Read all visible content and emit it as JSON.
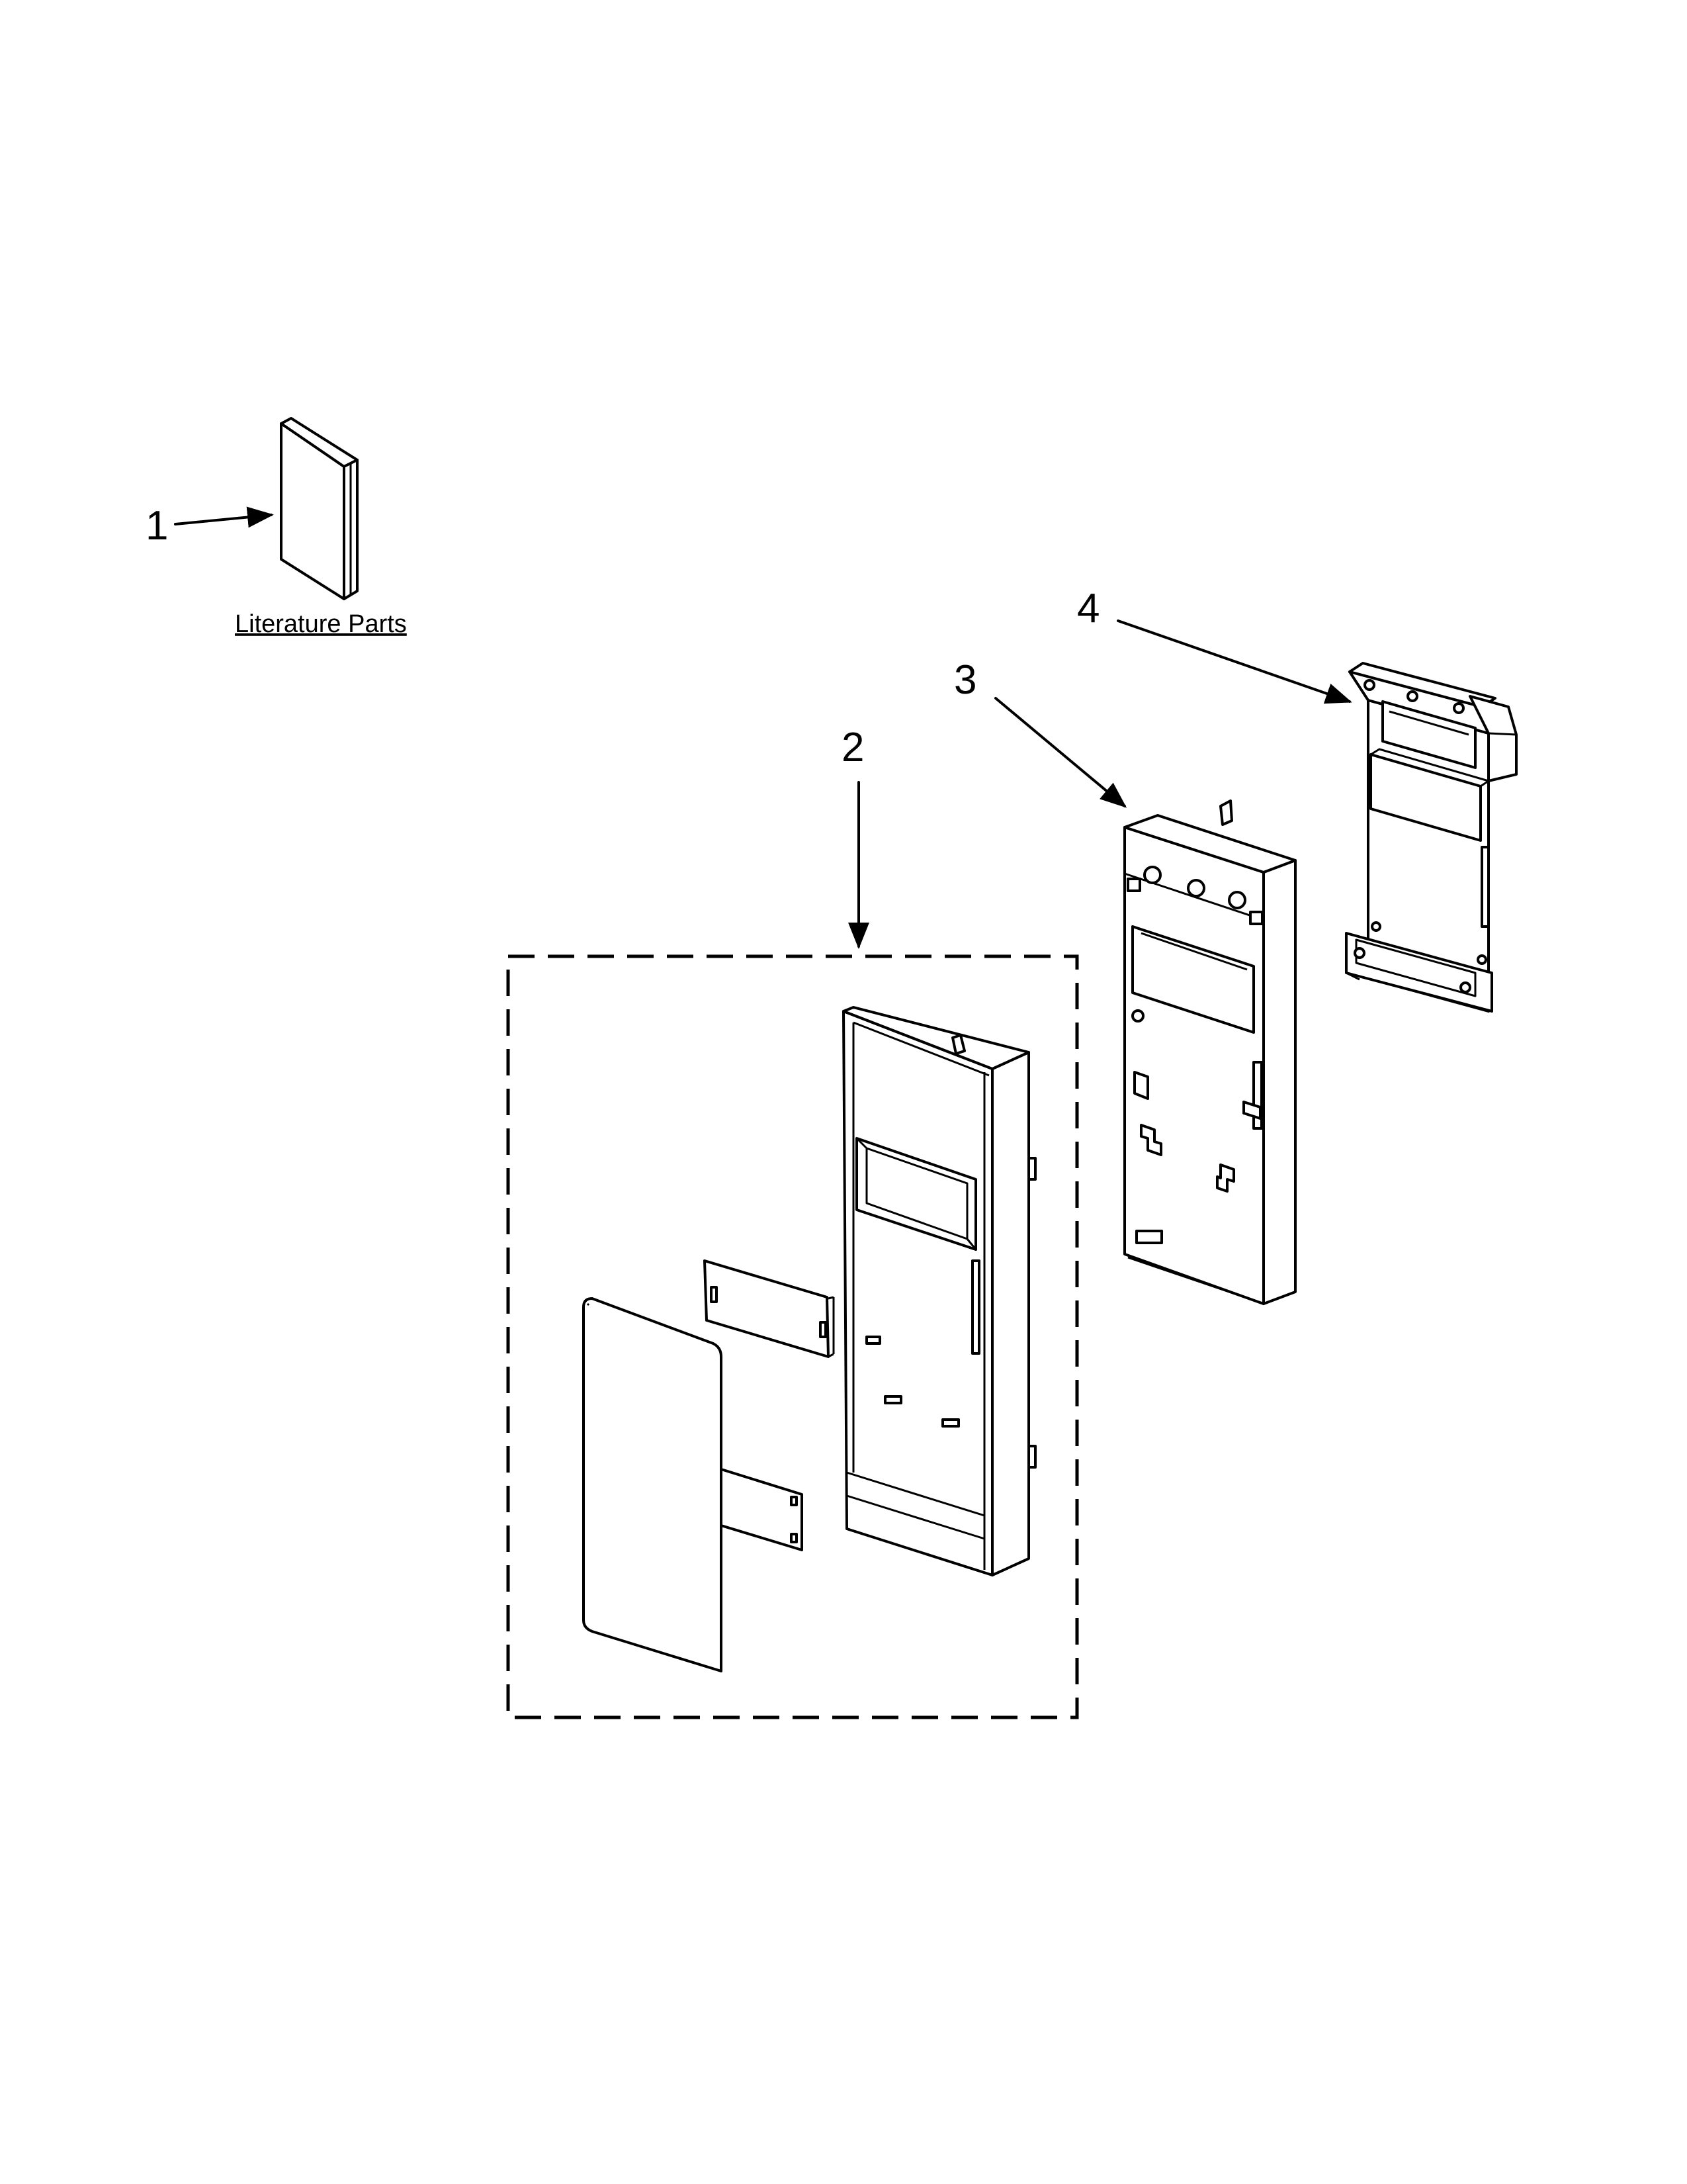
{
  "callouts": [
    {
      "id": "1",
      "label": "1"
    },
    {
      "id": "2",
      "label": "2"
    },
    {
      "id": "3",
      "label": "3"
    },
    {
      "id": "4",
      "label": "4"
    }
  ],
  "literature_label": "Literature Parts"
}
